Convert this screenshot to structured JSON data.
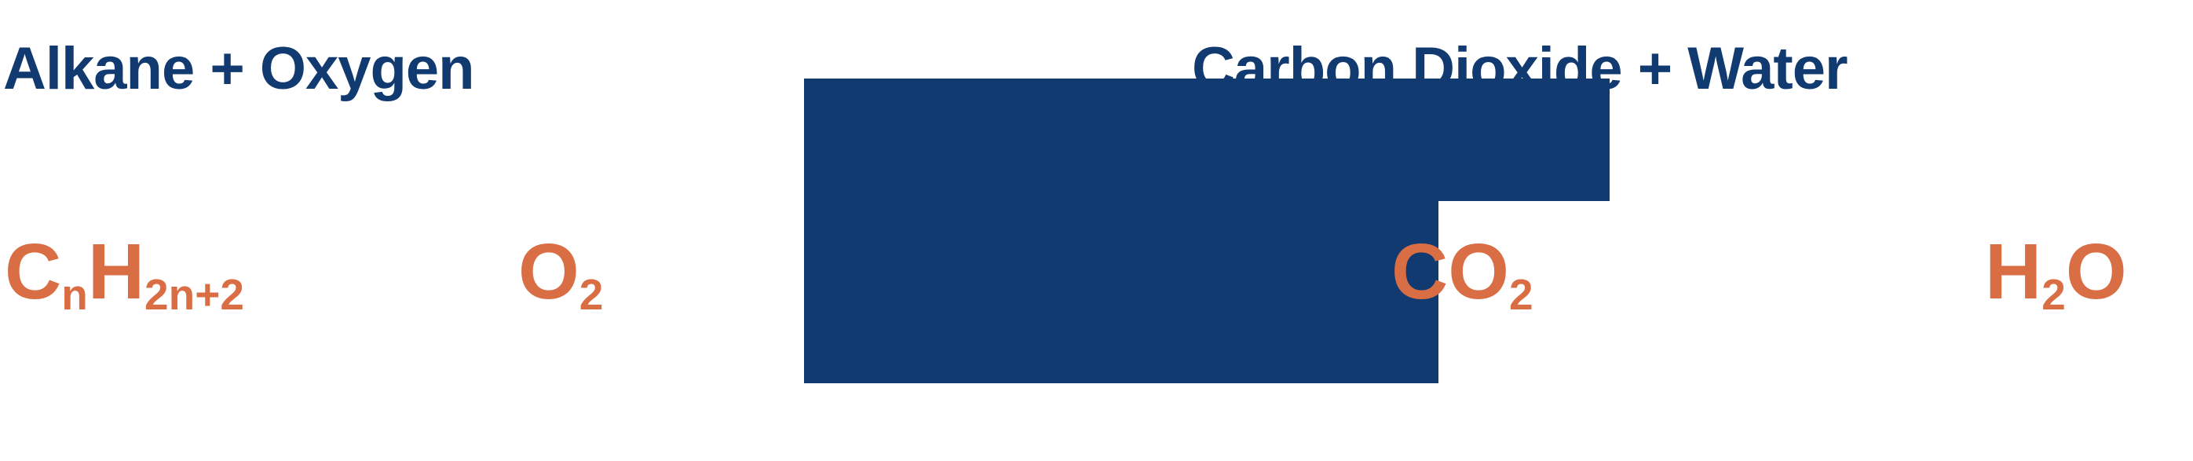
{
  "diagram": {
    "kind": "chemical-equation",
    "topic": "Complete combustion of an alkane",
    "colors": {
      "text_blue": "#113a70",
      "formula_orange": "#d96e45",
      "arrow_blue": "#113a70",
      "background": "#ffffff"
    }
  },
  "reactants": {
    "label": "Alkane + Oxygen",
    "formulas": [
      {
        "name": "alkane",
        "parts": [
          {
            "text": "C",
            "type": "element"
          },
          {
            "text": "n",
            "type": "subscript"
          },
          {
            "text": "H",
            "type": "element"
          },
          {
            "text": "2n+2",
            "type": "subscript"
          }
        ],
        "plain": "CnH2n+2"
      },
      {
        "name": "oxygen",
        "parts": [
          {
            "text": "O",
            "type": "element"
          },
          {
            "text": "2",
            "type": "subscript"
          }
        ],
        "plain": "O2"
      }
    ]
  },
  "arrow": {
    "name": "reaction-arrow",
    "direction": "right",
    "color": "#113a70",
    "label": ""
  },
  "products": {
    "label": "Carbon Dioxide + Water",
    "formulas": [
      {
        "name": "carbon-dioxide",
        "parts": [
          {
            "text": "CO",
            "type": "element"
          },
          {
            "text": "2",
            "type": "subscript"
          }
        ],
        "plain": "CO2"
      },
      {
        "name": "water",
        "parts": [
          {
            "text": "H",
            "type": "element"
          },
          {
            "text": "2",
            "type": "subscript"
          },
          {
            "text": "O",
            "type": "element"
          }
        ],
        "plain": "H2O"
      }
    ]
  },
  "formula_text": {
    "alkane_element_1": "C",
    "alkane_sub_1": "n",
    "alkane_element_2": "H",
    "alkane_sub_2": "2n+2",
    "oxygen_element": "O",
    "oxygen_sub": "2",
    "co2_element": "CO",
    "co2_sub": "2",
    "h2o_element_1": "H",
    "h2o_sub_1": "2",
    "h2o_element_2": "O"
  }
}
